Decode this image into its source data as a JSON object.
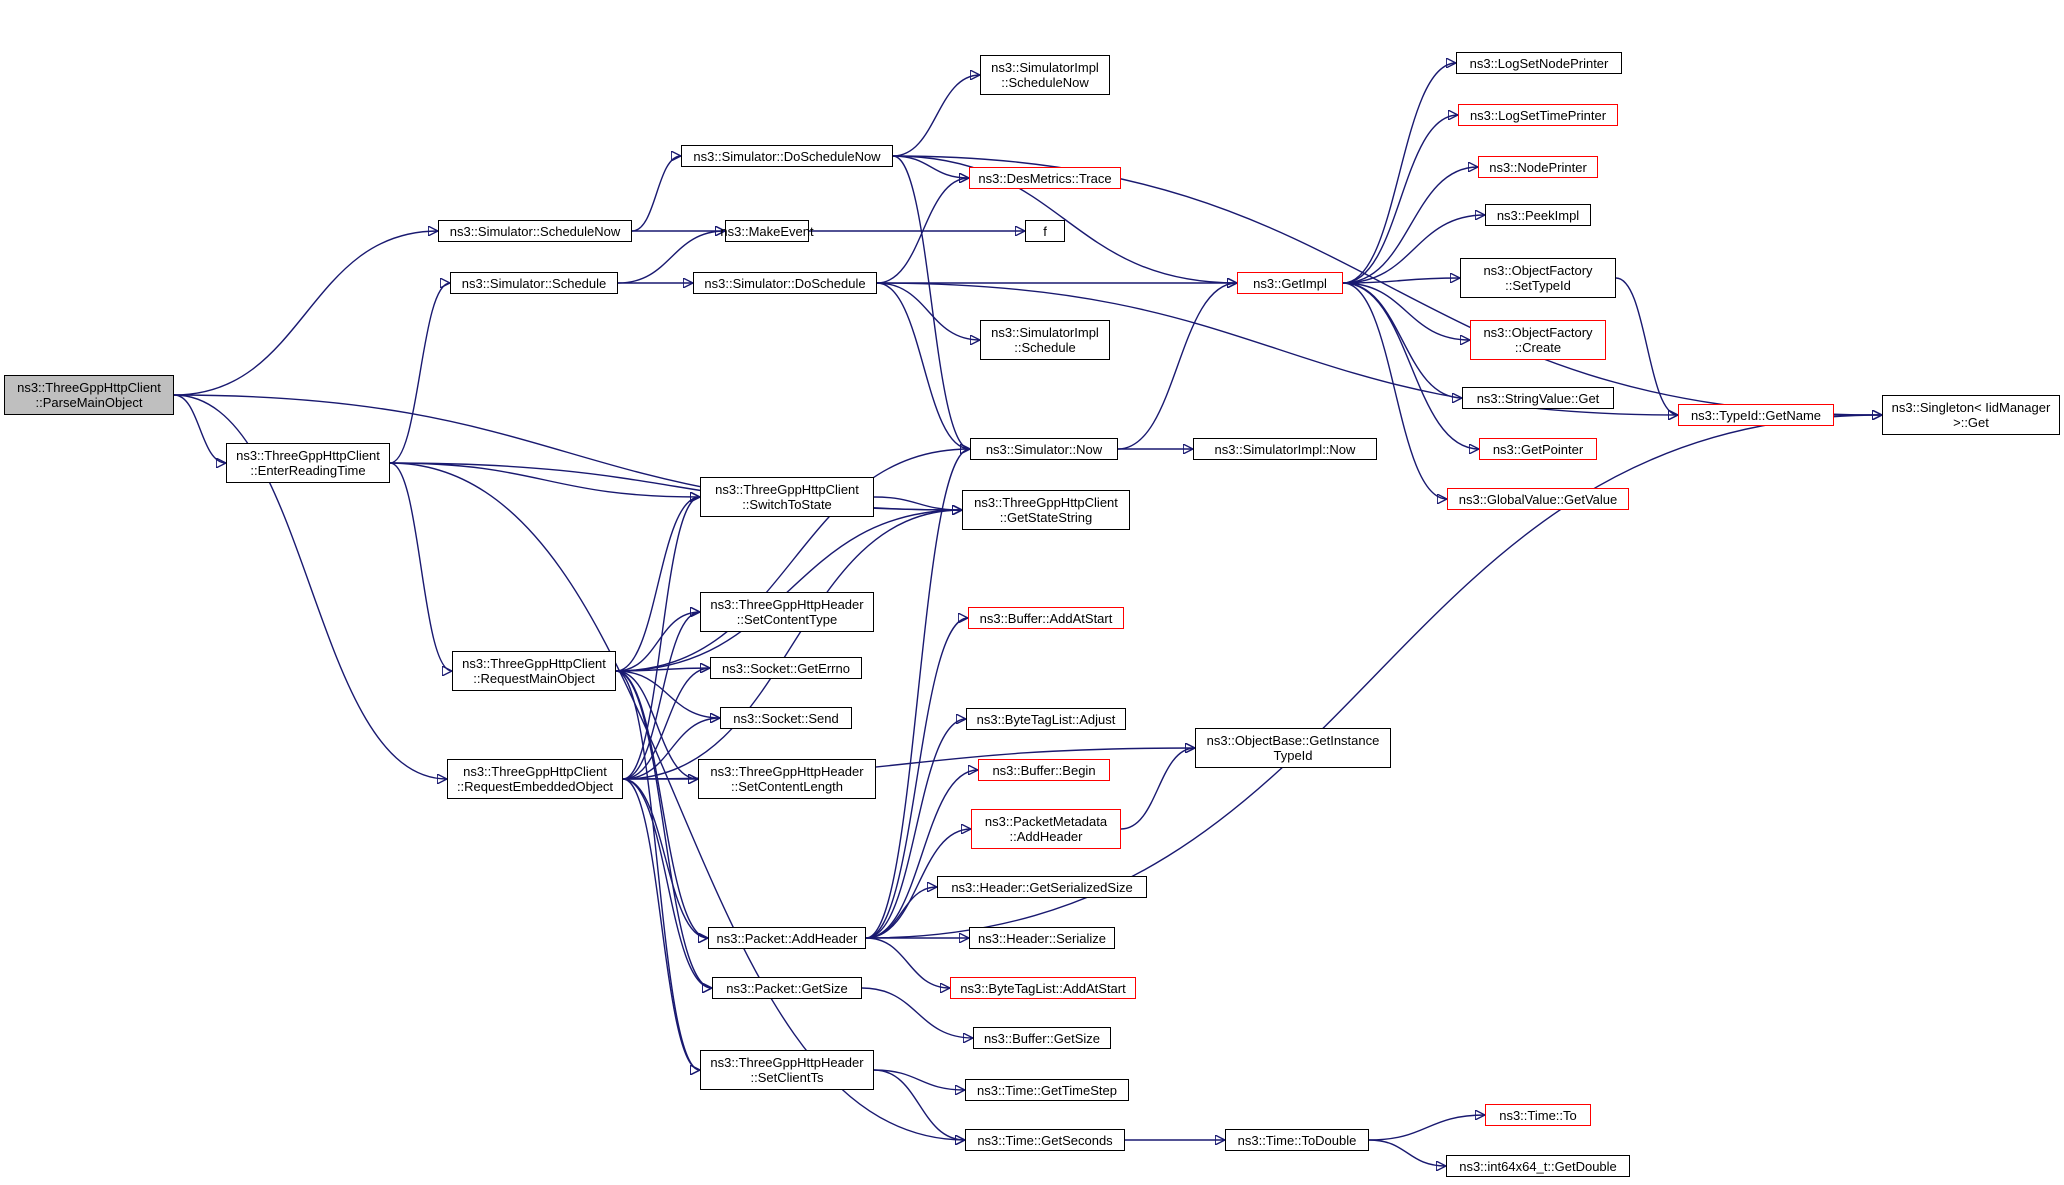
{
  "nodes": [
    {
      "id": "parse",
      "lines": [
        "ns3::ThreeGppHttpClient",
        "::ParseMainObject"
      ],
      "style": "current"
    },
    {
      "id": "schedNow",
      "lines": [
        "ns3::Simulator::ScheduleNow"
      ],
      "style": "black"
    },
    {
      "id": "sched",
      "lines": [
        "ns3::Simulator::Schedule"
      ],
      "style": "black"
    },
    {
      "id": "enterRT",
      "lines": [
        "ns3::ThreeGppHttpClient",
        "::EnterReadingTime"
      ],
      "style": "black"
    },
    {
      "id": "reqMain",
      "lines": [
        "ns3::ThreeGppHttpClient",
        "::RequestMainObject"
      ],
      "style": "black"
    },
    {
      "id": "reqEmb",
      "lines": [
        "ns3::ThreeGppHttpClient",
        "::RequestEmbeddedObject"
      ],
      "style": "black"
    },
    {
      "id": "doSchedNow",
      "lines": [
        "ns3::Simulator::DoScheduleNow"
      ],
      "style": "black"
    },
    {
      "id": "makeEvent",
      "lines": [
        "ns3::MakeEvent"
      ],
      "style": "black"
    },
    {
      "id": "doSched",
      "lines": [
        "ns3::Simulator::DoSchedule"
      ],
      "style": "black"
    },
    {
      "id": "switchTS",
      "lines": [
        "ns3::ThreeGppHttpClient",
        "::SwitchToState"
      ],
      "style": "black"
    },
    {
      "id": "setCT",
      "lines": [
        "ns3::ThreeGppHttpHeader",
        "::SetContentType"
      ],
      "style": "black"
    },
    {
      "id": "getErrno",
      "lines": [
        "ns3::Socket::GetErrno"
      ],
      "style": "black"
    },
    {
      "id": "send",
      "lines": [
        "ns3::Socket::Send"
      ],
      "style": "black"
    },
    {
      "id": "setCL",
      "lines": [
        "ns3::ThreeGppHttpHeader",
        "::SetContentLength"
      ],
      "style": "black"
    },
    {
      "id": "addHeader",
      "lines": [
        "ns3::Packet::AddHeader"
      ],
      "style": "black"
    },
    {
      "id": "pktGetSize",
      "lines": [
        "ns3::Packet::GetSize"
      ],
      "style": "black"
    },
    {
      "id": "setClientTs",
      "lines": [
        "ns3::ThreeGppHttpHeader",
        "::SetClientTs"
      ],
      "style": "black"
    },
    {
      "id": "implSchedNow",
      "lines": [
        "ns3::SimulatorImpl",
        "::ScheduleNow"
      ],
      "style": "black"
    },
    {
      "id": "desMetrics",
      "lines": [
        "ns3::DesMetrics::Trace"
      ],
      "style": "red"
    },
    {
      "id": "f",
      "lines": [
        "f"
      ],
      "style": "black"
    },
    {
      "id": "implSched",
      "lines": [
        "ns3::SimulatorImpl",
        "::Schedule"
      ],
      "style": "black"
    },
    {
      "id": "simNow",
      "lines": [
        "ns3::Simulator::Now"
      ],
      "style": "black"
    },
    {
      "id": "getStateStr",
      "lines": [
        "ns3::ThreeGppHttpClient",
        "::GetStateString"
      ],
      "style": "black"
    },
    {
      "id": "bufAddAtStart",
      "lines": [
        "ns3::Buffer::AddAtStart"
      ],
      "style": "red"
    },
    {
      "id": "btlAdjust",
      "lines": [
        "ns3::ByteTagList::Adjust"
      ],
      "style": "black"
    },
    {
      "id": "bufBegin",
      "lines": [
        "ns3::Buffer::Begin"
      ],
      "style": "red"
    },
    {
      "id": "pmAddHeader",
      "lines": [
        "ns3::PacketMetadata",
        "::AddHeader"
      ],
      "style": "red"
    },
    {
      "id": "hdrSerSize",
      "lines": [
        "ns3::Header::GetSerializedSize"
      ],
      "style": "black"
    },
    {
      "id": "hdrSerialize",
      "lines": [
        "ns3::Header::Serialize"
      ],
      "style": "black"
    },
    {
      "id": "btlAddAtStart",
      "lines": [
        "ns3::ByteTagList::AddAtStart"
      ],
      "style": "red"
    },
    {
      "id": "bufGetSize",
      "lines": [
        "ns3::Buffer::GetSize"
      ],
      "style": "black"
    },
    {
      "id": "timeStep",
      "lines": [
        "ns3::Time::GetTimeStep"
      ],
      "style": "black"
    },
    {
      "id": "timeSec",
      "lines": [
        "ns3::Time::GetSeconds"
      ],
      "style": "black"
    },
    {
      "id": "implNow",
      "lines": [
        "ns3::SimulatorImpl::Now"
      ],
      "style": "black"
    },
    {
      "id": "objBaseTid",
      "lines": [
        "ns3::ObjectBase::GetInstance",
        "TypeId"
      ],
      "style": "black"
    },
    {
      "id": "toDouble",
      "lines": [
        "ns3::Time::ToDouble"
      ],
      "style": "black"
    },
    {
      "id": "getImpl",
      "lines": [
        "ns3::GetImpl"
      ],
      "style": "red"
    },
    {
      "id": "logNode",
      "lines": [
        "ns3::LogSetNodePrinter"
      ],
      "style": "black"
    },
    {
      "id": "logTime",
      "lines": [
        "ns3::LogSetTimePrinter"
      ],
      "style": "red"
    },
    {
      "id": "nodePrinter",
      "lines": [
        "ns3::NodePrinter"
      ],
      "style": "red"
    },
    {
      "id": "peekImpl",
      "lines": [
        "ns3::PeekImpl"
      ],
      "style": "black"
    },
    {
      "id": "ofSetTid",
      "lines": [
        "ns3::ObjectFactory",
        "::SetTypeId"
      ],
      "style": "black"
    },
    {
      "id": "ofCreate",
      "lines": [
        "ns3::ObjectFactory",
        "::Create"
      ],
      "style": "red"
    },
    {
      "id": "strValGet",
      "lines": [
        "ns3::StringValue::Get"
      ],
      "style": "black"
    },
    {
      "id": "getPointer",
      "lines": [
        "ns3::GetPointer"
      ],
      "style": "red"
    },
    {
      "id": "gvGetValue",
      "lines": [
        "ns3::GlobalValue::GetValue"
      ],
      "style": "red"
    },
    {
      "id": "timeTo",
      "lines": [
        "ns3::Time::To"
      ],
      "style": "red"
    },
    {
      "id": "i64GetDouble",
      "lines": [
        "ns3::int64x64_t::GetDouble"
      ],
      "style": "black"
    },
    {
      "id": "tidGetName",
      "lines": [
        "ns3::TypeId::GetName"
      ],
      "style": "red"
    },
    {
      "id": "singletonGet",
      "lines": [
        "ns3::Singleton< IidManager",
        ">::Get"
      ],
      "style": "black"
    }
  ],
  "edges": [
    [
      "parse",
      "schedNow"
    ],
    [
      "parse",
      "enterRT"
    ],
    [
      "parse",
      "getStateStr"
    ],
    [
      "parse",
      "reqEmb"
    ],
    [
      "schedNow",
      "doSchedNow"
    ],
    [
      "schedNow",
      "makeEvent"
    ],
    [
      "sched",
      "makeEvent"
    ],
    [
      "sched",
      "doSched"
    ],
    [
      "enterRT",
      "sched"
    ],
    [
      "enterRT",
      "switchTS"
    ],
    [
      "enterRT",
      "getStateStr"
    ],
    [
      "enterRT",
      "reqMain"
    ],
    [
      "enterRT",
      "timeSec"
    ],
    [
      "reqMain",
      "simNow"
    ],
    [
      "reqMain",
      "switchTS"
    ],
    [
      "reqMain",
      "getStateStr"
    ],
    [
      "reqMain",
      "setCT"
    ],
    [
      "reqMain",
      "getErrno"
    ],
    [
      "reqMain",
      "send"
    ],
    [
      "reqMain",
      "setCL"
    ],
    [
      "reqMain",
      "addHeader"
    ],
    [
      "reqMain",
      "pktGetSize"
    ],
    [
      "reqMain",
      "setClientTs"
    ],
    [
      "reqEmb",
      "switchTS"
    ],
    [
      "reqEmb",
      "setCT"
    ],
    [
      "reqEmb",
      "getErrno"
    ],
    [
      "reqEmb",
      "send"
    ],
    [
      "reqEmb",
      "setCL"
    ],
    [
      "reqEmb",
      "addHeader"
    ],
    [
      "reqEmb",
      "pktGetSize"
    ],
    [
      "reqEmb",
      "setClientTs"
    ],
    [
      "reqEmb",
      "getStateStr"
    ],
    [
      "reqEmb",
      "objBaseTid"
    ],
    [
      "doSchedNow",
      "implSchedNow"
    ],
    [
      "doSchedNow",
      "desMetrics"
    ],
    [
      "doSchedNow",
      "getImpl"
    ],
    [
      "doSchedNow",
      "simNow"
    ],
    [
      "doSchedNow",
      "singletonGet"
    ],
    [
      "makeEvent",
      "f"
    ],
    [
      "doSched",
      "desMetrics"
    ],
    [
      "doSched",
      "getImpl"
    ],
    [
      "doSched",
      "implSched"
    ],
    [
      "doSched",
      "simNow"
    ],
    [
      "doSched",
      "tidGetName"
    ],
    [
      "switchTS",
      "getStateStr"
    ],
    [
      "addHeader",
      "simNow"
    ],
    [
      "addHeader",
      "bufAddAtStart"
    ],
    [
      "addHeader",
      "btlAdjust"
    ],
    [
      "addHeader",
      "bufBegin"
    ],
    [
      "addHeader",
      "pmAddHeader"
    ],
    [
      "addHeader",
      "hdrSerSize"
    ],
    [
      "addHeader",
      "hdrSerialize"
    ],
    [
      "addHeader",
      "btlAddAtStart"
    ],
    [
      "addHeader",
      "singletonGet"
    ],
    [
      "pktGetSize",
      "bufGetSize"
    ],
    [
      "setClientTs",
      "timeStep"
    ],
    [
      "setClientTs",
      "timeSec"
    ],
    [
      "simNow",
      "getImpl"
    ],
    [
      "simNow",
      "implNow"
    ],
    [
      "pmAddHeader",
      "objBaseTid"
    ],
    [
      "timeSec",
      "toDouble"
    ],
    [
      "toDouble",
      "timeTo"
    ],
    [
      "toDouble",
      "i64GetDouble"
    ],
    [
      "getImpl",
      "logNode"
    ],
    [
      "getImpl",
      "logTime"
    ],
    [
      "getImpl",
      "nodePrinter"
    ],
    [
      "getImpl",
      "peekImpl"
    ],
    [
      "getImpl",
      "ofSetTid"
    ],
    [
      "getImpl",
      "ofCreate"
    ],
    [
      "getImpl",
      "strValGet"
    ],
    [
      "getImpl",
      "getPointer"
    ],
    [
      "getImpl",
      "gvGetValue"
    ],
    [
      "ofSetTid",
      "tidGetName"
    ],
    [
      "tidGetName",
      "singletonGet"
    ]
  ]
}
